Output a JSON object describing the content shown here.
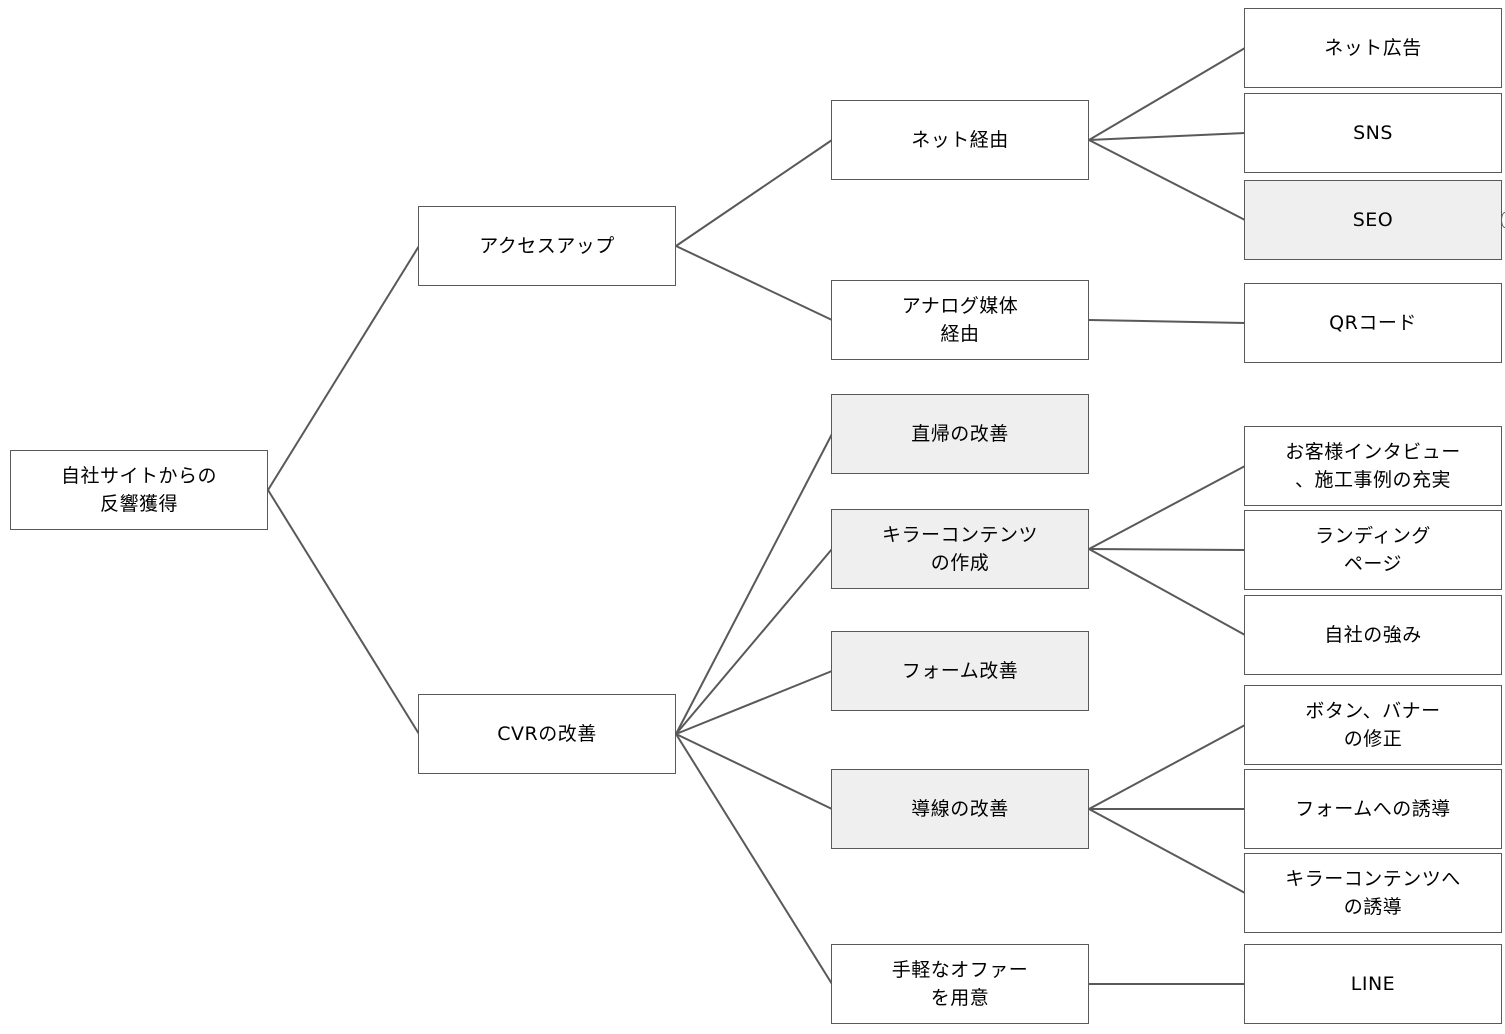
{
  "diagram": {
    "colors": {
      "stroke": "#595959",
      "node_fill": "#ffffff",
      "shaded_fill": "#efefef"
    },
    "root": {
      "label": "自社サイトからの\n反響獲得"
    },
    "branches": [
      {
        "label": "アクセスアップ",
        "children": [
          {
            "label": "ネット経由",
            "shaded": false,
            "leaves": [
              {
                "label": "ネット広告",
                "shaded": false
              },
              {
                "label": "SNS",
                "shaded": false
              },
              {
                "label": "SEO",
                "shaded": true
              }
            ]
          },
          {
            "label": "アナログ媒体\n経由",
            "shaded": false,
            "leaves": [
              {
                "label": "QRコード",
                "shaded": false
              }
            ]
          }
        ]
      },
      {
        "label": "CVRの改善",
        "children": [
          {
            "label": "直帰の改善",
            "shaded": true,
            "leaves": []
          },
          {
            "label": "キラーコンテンツ\nの作成",
            "shaded": true,
            "leaves": [
              {
                "label": "お客様インタビュー\n、施工事例の充実",
                "shaded": false
              },
              {
                "label": "ランディング\nページ",
                "shaded": false
              },
              {
                "label": "自社の強み",
                "shaded": false
              }
            ]
          },
          {
            "label": "フォーム改善",
            "shaded": true,
            "leaves": []
          },
          {
            "label": "導線の改善",
            "shaded": true,
            "leaves": [
              {
                "label": "ボタン、バナー\nの修正",
                "shaded": false
              },
              {
                "label": "フォームへの誘導",
                "shaded": false
              },
              {
                "label": "キラーコンテンツへ\nの誘導",
                "shaded": false
              }
            ]
          },
          {
            "label": "手軽なオファー\nを用意",
            "shaded": false,
            "leaves": [
              {
                "label": "LINE",
                "shaded": false
              }
            ]
          }
        ]
      }
    ]
  }
}
